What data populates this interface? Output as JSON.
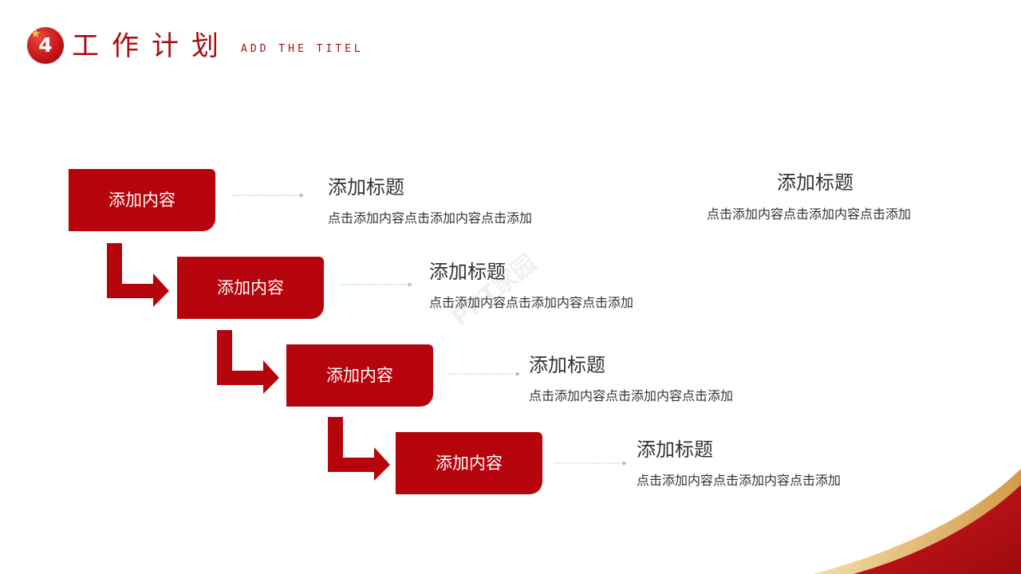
{
  "header": {
    "number": "4",
    "title": "工作计划",
    "subtitle": "ADD THE TITEL"
  },
  "steps": [
    {
      "label": "添加内容",
      "title": "添加标题",
      "text": "点击添加内容点击添加内容点击添加"
    },
    {
      "label": "添加内容",
      "title": "添加标题",
      "text": "点击添加内容点击添加内容点击添加"
    },
    {
      "label": "添加内容",
      "title": "添加标题",
      "text": "点击添加内容点击添加内容点击添加"
    },
    {
      "label": "添加内容",
      "title": "添加标题",
      "text": "点击添加内容点击添加内容点击添加"
    }
  ],
  "extra": {
    "title": "添加标题",
    "text": "点击添加内容点击添加内容点击添加"
  },
  "watermark": "PPT家园",
  "colors": {
    "primary": "#b5040b",
    "text": "#333333",
    "gold": "#e9c27a"
  }
}
